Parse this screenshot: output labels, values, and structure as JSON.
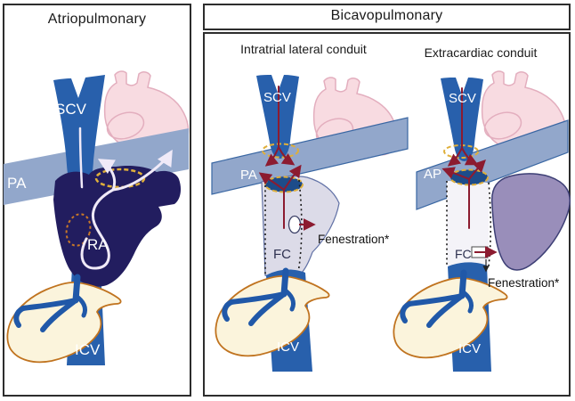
{
  "left_panel": {
    "title": "Atriopulmonary",
    "labels": {
      "scv": "SCV",
      "pa": "PA",
      "ra": "RA",
      "icv": "ICV"
    }
  },
  "right_panel": {
    "title": "Bicavopulmonary",
    "intratrial": {
      "subtitle": "Intratrial lateral conduit",
      "labels": {
        "scv": "SCV",
        "pa": "PA",
        "fc": "FC",
        "icv": "ICV",
        "fenestration": "Fenestration*"
      }
    },
    "extracardiac": {
      "subtitle": "Extracardiac conduit",
      "labels": {
        "scv": "SCV",
        "ap": "AP",
        "fc": "FC",
        "icv": "ICV",
        "fenestration": "Fenestration*"
      }
    }
  },
  "colors": {
    "vessel_blue": "#2860AC",
    "pulmonary_band": "#92A7CB",
    "band_outline": "#3A67A3",
    "right_atrium_navy": "#221D5F",
    "heart_pink": "#F8DBE1",
    "heart_outline": "#E3AEBE",
    "liver_fill": "#FBF4DC",
    "liver_outline": "#C0731F",
    "liver_vein_blue": "#2058A8",
    "lateral_tunnel_lavender": "#DCDBE8",
    "extracardiac_atrium_purple": "#998EBA",
    "conduit_fill": "#F4F3F8",
    "junction_opening_fill": "#1C4C8A",
    "flow_arrow_red": "#8C1B30",
    "anastomosis_dash_yellow": "#DFAF3A",
    "asd_dash_orange": "#C87828",
    "flow_arrow_white": "#F0EAF8"
  }
}
